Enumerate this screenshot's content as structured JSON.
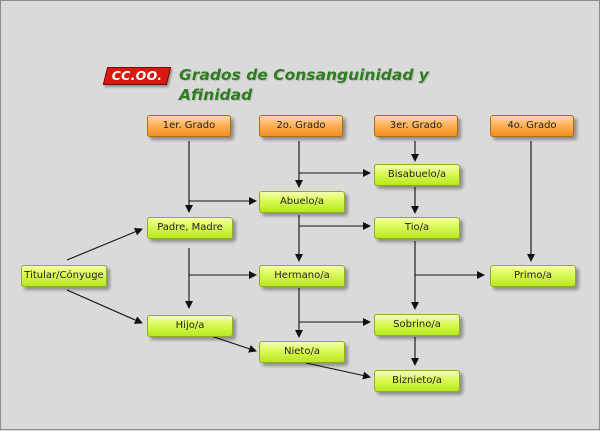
{
  "header": {
    "logo_text": "CC.OO.",
    "title": "Grados de Consanguinidad y Afinidad"
  },
  "grades": [
    {
      "label": "1er. Grado"
    },
    {
      "label": "2o. Grado"
    },
    {
      "label": "3er. Grado"
    },
    {
      "label": "4o. Grado"
    }
  ],
  "nodes": {
    "titular": "Titular/Cónyuge",
    "padre": "Padre, Madre",
    "hijo": "Hijo/a",
    "abuelo": "Abuelo/a",
    "hermano": "Hermano/a",
    "nieto": "Nieto/a",
    "bisabuelo": "Bisabuelo/a",
    "tio": "Tio/a",
    "sobrino": "Sobrino/a",
    "biznieto": "Biznieto/a",
    "primo": "Primo/a"
  },
  "colors": {
    "grade_fill": "#ffb25a",
    "node_fill": "#d9fa55",
    "title_green": "#2f7d21",
    "logo_red": "#d8190f",
    "background": "#dadada"
  }
}
